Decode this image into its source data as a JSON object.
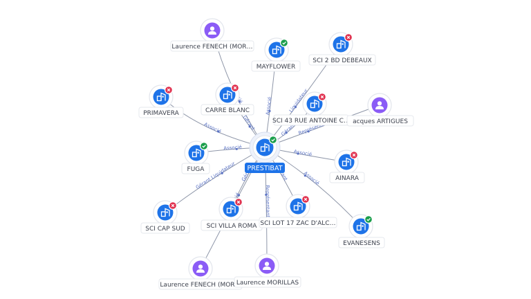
{
  "center": {
    "label": "PRESTIBAT",
    "type": "company",
    "status": "active",
    "colors": {
      "pill": "#1e73e8",
      "pill_text": "#ffffff"
    }
  },
  "colors": {
    "company": "#1e73e8",
    "person": "#8b5cf6",
    "active": "#1a9e4b",
    "inactive": "#e0314f",
    "edge": "#8e96a8",
    "edge_label": "#5b73c4"
  },
  "icons": {
    "company": "building-icon",
    "person": "user-icon",
    "active": "check-badge-icon",
    "inactive": "cross-badge-icon"
  },
  "nodes": [
    {
      "id": "laurence-fench-top",
      "label": "Laurence FENECH (MOR…",
      "type": "person",
      "status": null
    },
    {
      "id": "mayflower",
      "label": "MAYFLOWER",
      "type": "company",
      "status": "active"
    },
    {
      "id": "sci-2-bd-debeaux",
      "label": "SCI 2 BD DEBEAUX",
      "type": "company",
      "status": "inactive"
    },
    {
      "id": "primavera",
      "label": "PRIMAVERA",
      "type": "company",
      "status": "inactive"
    },
    {
      "id": "carre-blanc",
      "label": "CARRE BLANC",
      "type": "company",
      "status": "inactive"
    },
    {
      "id": "sci-43-rue-antoine",
      "label": "SCI 43 RUE ANTOINE C…",
      "type": "company",
      "status": "inactive"
    },
    {
      "id": "jacques-artigues",
      "label": "acques ARTIGUES",
      "type": "person",
      "status": null
    },
    {
      "id": "fuga",
      "label": "FUGA",
      "type": "company",
      "status": "active"
    },
    {
      "id": "ainara",
      "label": "AINARA",
      "type": "company",
      "status": "inactive"
    },
    {
      "id": "sci-cap-sud",
      "label": "SCI CAP SUD",
      "type": "company",
      "status": "inactive"
    },
    {
      "id": "sci-villa-roma",
      "label": "SCI VILLA ROMA",
      "type": "company",
      "status": "inactive"
    },
    {
      "id": "sci-lot-17",
      "label": "SCI LOT 17 ZAC D'ALC…",
      "type": "company",
      "status": "inactive"
    },
    {
      "id": "evanesens",
      "label": "EVANESENS",
      "type": "company",
      "status": "active"
    },
    {
      "id": "laurence-fench-bottom",
      "label": "Laurence FENECH (MOR…",
      "type": "person",
      "status": null
    },
    {
      "id": "laurence-morillas",
      "label": "Laurence MORILLAS",
      "type": "person",
      "status": null
    }
  ],
  "edges": [
    {
      "from": "laurence-fench-top",
      "label": "Associé"
    },
    {
      "from": "mayflower",
      "label": "Associé"
    },
    {
      "from": "sci-2-bd-debeaux",
      "label": "Liquidateur"
    },
    {
      "from": "primavera",
      "label": "Associé"
    },
    {
      "from": "carre-blanc",
      "label": "Gérant"
    },
    {
      "from": "sci-43-rue-antoine",
      "label": "Gérant"
    },
    {
      "from": "jacques-artigues",
      "label": "Représentant"
    },
    {
      "from": "fuga",
      "label": "Associé"
    },
    {
      "from": "ainara",
      "label": "Associé"
    },
    {
      "from": "sci-cap-sud",
      "label": "Gérant Liquidateur"
    },
    {
      "from": "sci-villa-roma",
      "label": "Gérant"
    },
    {
      "from": "sci-lot-17",
      "label": "Gérant"
    },
    {
      "from": "evanesens",
      "label": "Associé"
    },
    {
      "from": "laurence-fench-bottom",
      "label": "Associé"
    },
    {
      "from": "laurence-morillas",
      "label": "Représentant"
    }
  ]
}
